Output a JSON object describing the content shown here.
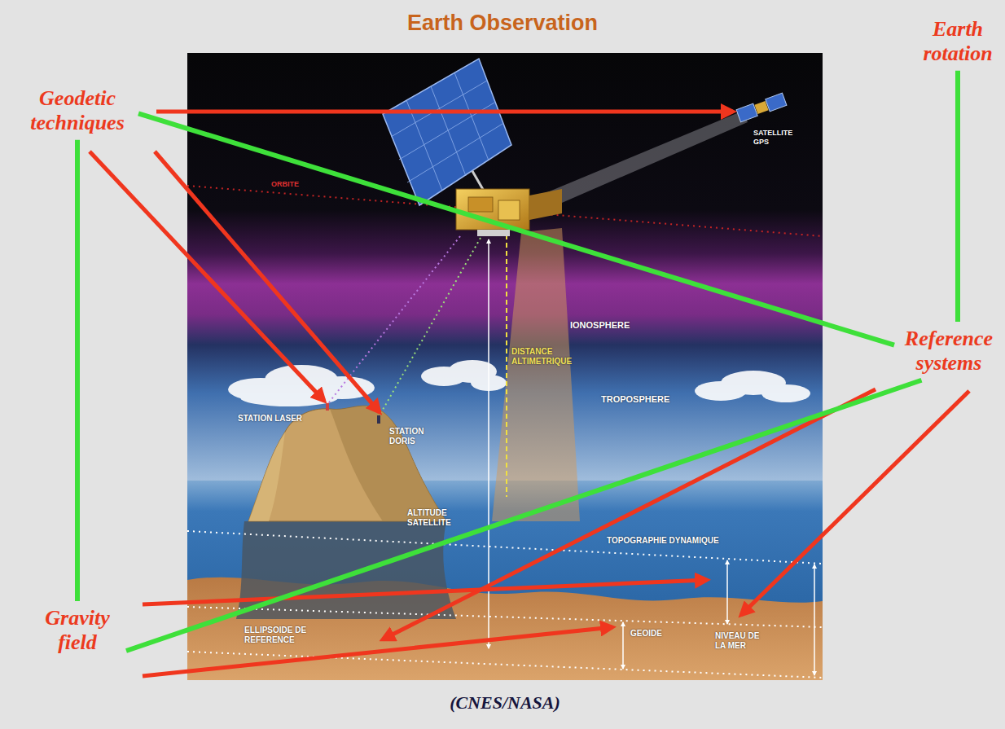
{
  "diagram": {
    "title": "Earth Observation",
    "caption": "(CNES/NASA)",
    "nodes": [
      {
        "text": [
          "Geodetic techniques"
        ]
      },
      {
        "text": [
          "Earth rotation"
        ]
      },
      {
        "text": [
          "Reference systems"
        ]
      },
      {
        "text": [
          "Gravity field"
        ]
      }
    ],
    "edges": [
      {
        "from": 0,
        "to": 3,
        "arrow": "none"
      },
      {
        "from": 0,
        "to": 2,
        "arrow": "none"
      },
      {
        "from": 1,
        "to": 2,
        "arrow": "none"
      },
      {
        "from": 3,
        "to": 2,
        "arrow": "none"
      }
    ],
    "labels": [
      "ORBITE",
      "SATELLITE GPS",
      "IONOSPHERE",
      "TROPOSPHERE",
      "STATION LASER",
      "STATION DORIS",
      "DISTANCE ALTIMETRIQUE",
      "ALTITUDE SATELLITE",
      "TOPOGRAPHIE DYNAMIQUE",
      "NIVEAU DE LA MER",
      "GEOIDE",
      "ELLIPSOIDE DE REFERENCE"
    ]
  }
}
